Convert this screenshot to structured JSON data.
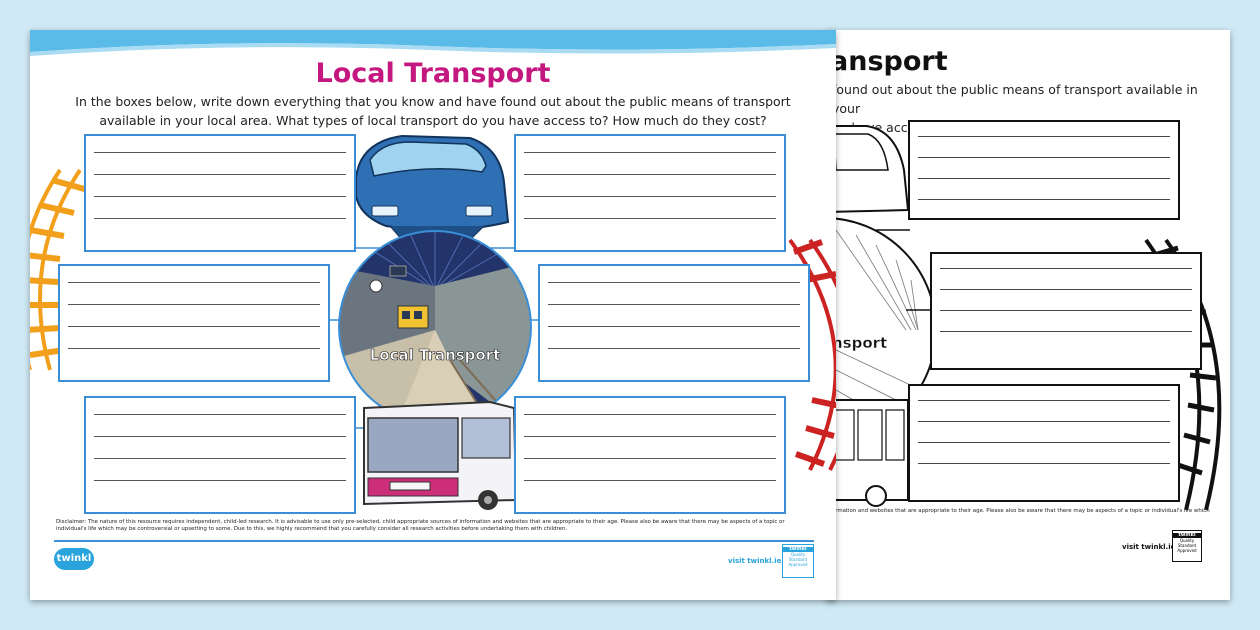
{
  "front": {
    "title": "Local Transport",
    "intro": "In the boxes below, write down everything that you know and have found out about the public means of transport available in your local area. What types of local transport do you have access to? How much do they cost?",
    "circle_label": "Local Transport",
    "disclaimer": "Disclaimer: The nature of this resource requires independent, child-led research. It is advisable to use only pre-selected, child appropriate sources of information and websites that are appropriate to their age. Please also be aware that there may be aspects of a topic or individual's life which may be controversial or upsetting to some. Due to this, we highly recommend that you carefully consider all research activities before undertaking them with children.",
    "logo": "twinkl",
    "visit": "visit twinkl.ie",
    "badge": [
      "twinkl",
      "Quality Standard",
      "Approved"
    ],
    "colors": {
      "title": "#c4177f",
      "box_border": "#3a8fd6",
      "track_orange": "#f2a01c",
      "track_red": "#cc2222",
      "logo": "#29a3dc"
    }
  },
  "back": {
    "title": "ansport",
    "intro_line1": "found out about the public means of transport available in your",
    "intro_line2": "ou have access to? How much do they cost?",
    "circle_label": "nsport",
    "disclaimer": "formation and websites that are appropriate to their age. Please also be aware that there may be aspects of a topic or individual's life which may be",
    "visit": "visit twinkl.ie",
    "badge": [
      "twinkl",
      "Quality Standard",
      "Approved"
    ]
  }
}
